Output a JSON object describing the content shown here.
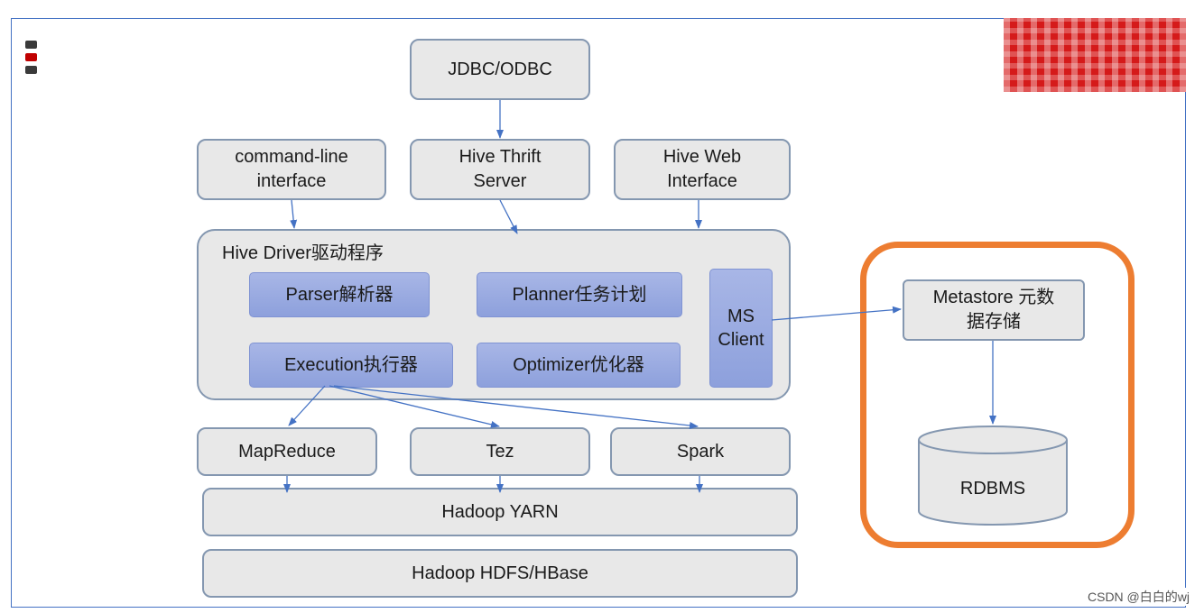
{
  "top_box": "JDBC/ODBC",
  "interfaces": {
    "cli": "command-line interface",
    "thrift": "Hive Thrift Server",
    "web": "Hive Web Interface"
  },
  "driver": {
    "title": "Hive Driver驱动程序",
    "parser": "Parser解析器",
    "planner": "Planner任务计划",
    "execution": "Execution执行器",
    "optimizer": "Optimizer优化器",
    "ms_client": "MS Client"
  },
  "engines": {
    "mapreduce": "MapReduce",
    "tez": "Tez",
    "spark": "Spark"
  },
  "yarn": "Hadoop YARN",
  "storage": "Hadoop HDFS/HBase",
  "metastore": {
    "label": "Metastore 元数据存储",
    "rdbms": "RDBMS"
  },
  "credit": "CSDN @白白的wj",
  "colors": {
    "box_fill": "#e8e8e8",
    "box_border": "#8497b0",
    "inner_fill": "#99a9e0",
    "arrow": "#4472c4",
    "highlight": "#ed7d31"
  }
}
